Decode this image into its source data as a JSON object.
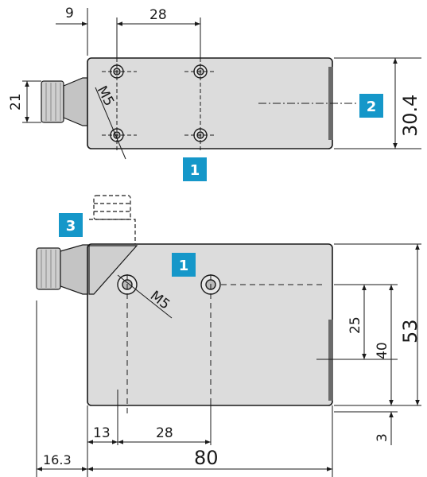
{
  "colors": {
    "body_fill": "#dcdcdc",
    "body_stroke": "#1a1a1a",
    "connector_fill": "#c8c8c8",
    "badge_fill": "#1597c9",
    "badge_text": "#ffffff",
    "dim_line": "#1a1a1a"
  },
  "top_view": {
    "dims": {
      "d9": "9",
      "d28": "28",
      "d21": "21",
      "d30_4": "30.4",
      "thread": "M5"
    },
    "badges": {
      "b1": "1",
      "b2": "2"
    }
  },
  "side_view": {
    "dims": {
      "d13": "13",
      "d28": "28",
      "d16_3": "16.3",
      "d80": "80",
      "d25": "25",
      "d40": "40",
      "d53": "53",
      "d3": "3",
      "thread": "M5"
    },
    "badges": {
      "b1": "1",
      "b3": "3"
    }
  }
}
